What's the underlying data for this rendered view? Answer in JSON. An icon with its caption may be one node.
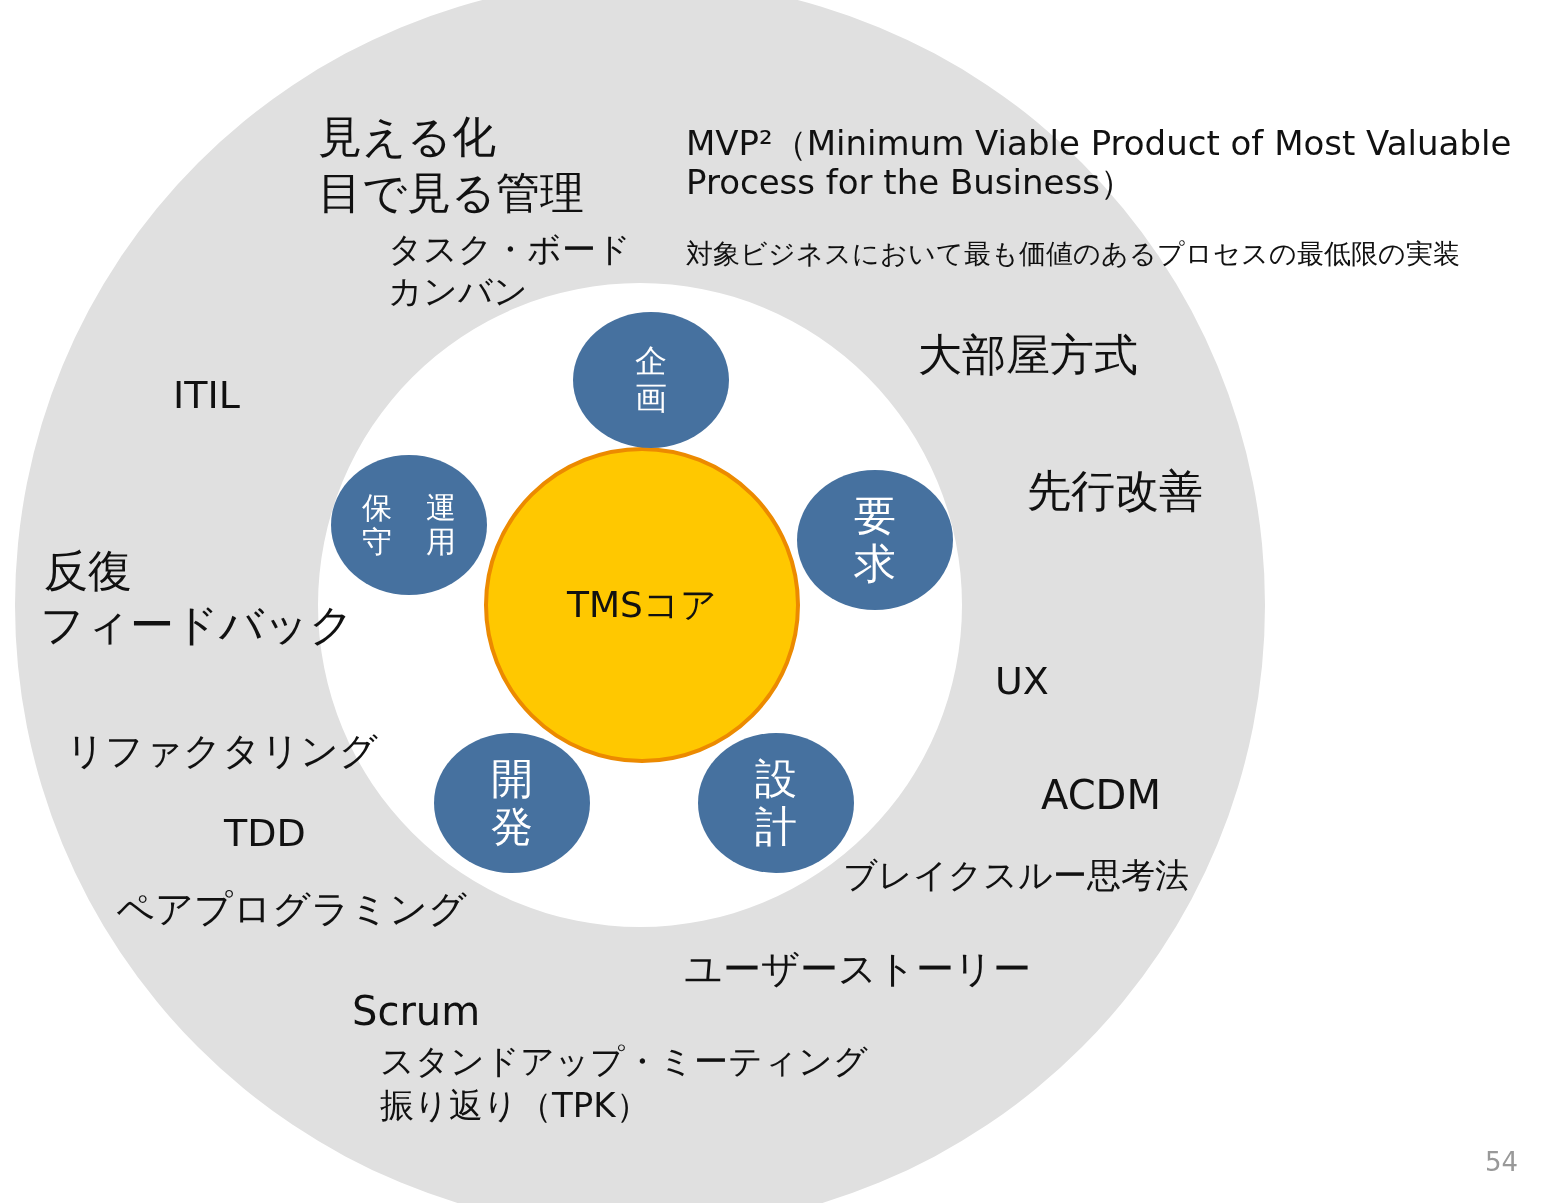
{
  "diagram": {
    "nodes": [
      {
        "text": [
          "TMSコア"
        ]
      },
      {
        "text": [
          "企画"
        ]
      },
      {
        "text": [
          "要求"
        ]
      },
      {
        "text": [
          "設計"
        ]
      },
      {
        "text": [
          "開発"
        ]
      },
      {
        "text": [
          "保守",
          "運用"
        ]
      }
    ],
    "labels": [
      "見える化",
      "目で見る管理",
      "MVP²（Minimum Viable Product of Most Valuable Process for the Business）",
      "対象ビジネスにおいて最も価値のあるプロセスの最低限の実装",
      "タスク・ボード",
      "カンバン",
      "大部屋方式",
      "ITIL",
      "先行改善",
      "反復",
      "フィードバック",
      "UX",
      "リファクタリング",
      "ACDM",
      "TDD",
      "ブレイクスルー思考法",
      "ペアプログラミング",
      "ユーザーストーリー",
      "Scrum",
      "スタンドアップ・ミーティング",
      "振り返り（TPK）",
      "54"
    ]
  }
}
